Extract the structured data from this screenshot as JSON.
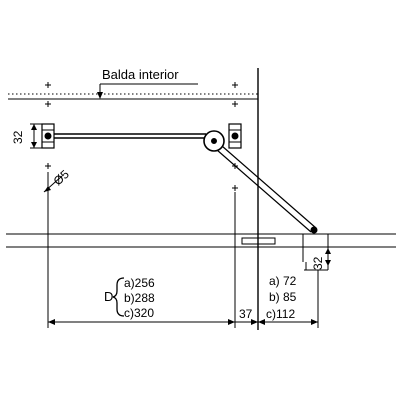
{
  "labels": {
    "shelf": "Balda interior",
    "height_32": "32",
    "diameter": "Ø5",
    "D": "D",
    "d_a": "a)256",
    "d_b": "b)288",
    "d_c": "c)320",
    "offset_37": "37",
    "s_a": "a)  72",
    "s_b": "b)  85",
    "s_c": "c)112",
    "stay_32": "32"
  }
}
